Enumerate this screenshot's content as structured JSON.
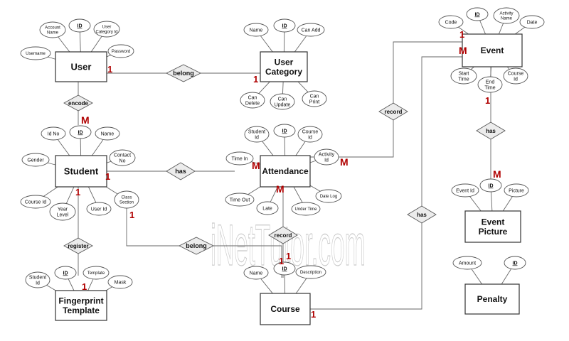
{
  "watermark": "iNetTutor.com",
  "entities": [
    {
      "id": "user",
      "label": [
        "User"
      ]
    },
    {
      "id": "user-category",
      "label": [
        "User",
        "Category"
      ]
    },
    {
      "id": "event",
      "label": [
        "Event"
      ]
    },
    {
      "id": "student",
      "label": [
        "Student"
      ]
    },
    {
      "id": "attendance",
      "label": [
        "Attendance"
      ]
    },
    {
      "id": "event-picture",
      "label": [
        "Event",
        "Picture"
      ]
    },
    {
      "id": "fingerprint-template",
      "label": [
        "Fingerprint",
        "Template"
      ]
    },
    {
      "id": "course",
      "label": [
        "Course"
      ]
    },
    {
      "id": "penalty",
      "label": [
        "Penalty"
      ]
    }
  ],
  "relationships": [
    {
      "id": "belong-user",
      "label": "belong"
    },
    {
      "id": "encode",
      "label": "encode"
    },
    {
      "id": "record-event",
      "label": "record"
    },
    {
      "id": "has-event",
      "label": "has"
    },
    {
      "id": "has-student",
      "label": "has"
    },
    {
      "id": "has-course",
      "label": "has"
    },
    {
      "id": "register",
      "label": "register"
    },
    {
      "id": "belong-student",
      "label": "belong"
    },
    {
      "id": "record-course",
      "label": "record"
    }
  ],
  "attributes": [
    {
      "id": "user-account-name",
      "label": [
        "Account",
        "Name"
      ],
      "key": false
    },
    {
      "id": "user-id",
      "label": [
        "ID"
      ],
      "key": true
    },
    {
      "id": "user-category-id",
      "label": [
        "User",
        "Category Id"
      ],
      "key": false
    },
    {
      "id": "user-username",
      "label": [
        "Username"
      ],
      "key": false
    },
    {
      "id": "user-password",
      "label": [
        "Password"
      ],
      "key": false
    },
    {
      "id": "uc-name",
      "label": [
        "Name"
      ],
      "key": false
    },
    {
      "id": "uc-id",
      "label": [
        "ID"
      ],
      "key": true
    },
    {
      "id": "uc-can-add",
      "label": [
        "Can Add"
      ],
      "key": false
    },
    {
      "id": "uc-can-delete",
      "label": [
        "Can",
        "Delete"
      ],
      "key": false
    },
    {
      "id": "uc-can-update",
      "label": [
        "Can",
        "Update"
      ],
      "key": false
    },
    {
      "id": "uc-can-print",
      "label": [
        "Can",
        "Print"
      ],
      "key": false
    },
    {
      "id": "ev-code",
      "label": [
        "Code"
      ],
      "key": false
    },
    {
      "id": "ev-id",
      "label": [
        "ID"
      ],
      "key": true
    },
    {
      "id": "ev-activity-name",
      "label": [
        "Activity",
        "Name"
      ],
      "key": false
    },
    {
      "id": "ev-date",
      "label": [
        "Date"
      ],
      "key": false
    },
    {
      "id": "ev-start-time",
      "label": [
        "Start",
        "Time"
      ],
      "key": false
    },
    {
      "id": "ev-end-time",
      "label": [
        "End",
        "Time"
      ],
      "key": false
    },
    {
      "id": "ev-course-id",
      "label": [
        "Course",
        "Id"
      ],
      "key": false
    },
    {
      "id": "st-id-no",
      "label": [
        "Id No"
      ],
      "key": false
    },
    {
      "id": "st-id",
      "label": [
        "ID"
      ],
      "key": true
    },
    {
      "id": "st-name",
      "label": [
        "Name"
      ],
      "key": false
    },
    {
      "id": "st-gender",
      "label": [
        "Gender"
      ],
      "key": false
    },
    {
      "id": "st-contact-no",
      "label": [
        "Contact",
        "No"
      ],
      "key": false
    },
    {
      "id": "st-course-id",
      "label": [
        "Course Id"
      ],
      "key": false
    },
    {
      "id": "st-year-level",
      "label": [
        "Year",
        "Level"
      ],
      "key": false
    },
    {
      "id": "st-user-id",
      "label": [
        "User Id"
      ],
      "key": false
    },
    {
      "id": "st-class-section",
      "label": [
        "Class",
        "Section"
      ],
      "key": false
    },
    {
      "id": "at-student-id",
      "label": [
        "Student",
        "Id"
      ],
      "key": false
    },
    {
      "id": "at-id",
      "label": [
        "ID"
      ],
      "key": true
    },
    {
      "id": "at-course-id",
      "label": [
        "Course",
        "Id"
      ],
      "key": false
    },
    {
      "id": "at-time-in",
      "label": [
        "Time In"
      ],
      "key": false
    },
    {
      "id": "at-activity-id",
      "label": [
        "Activity",
        "Id"
      ],
      "key": false
    },
    {
      "id": "at-time-out",
      "label": [
        "Time Out"
      ],
      "key": false
    },
    {
      "id": "at-late",
      "label": [
        "Late"
      ],
      "key": false
    },
    {
      "id": "at-under-time",
      "label": [
        "Under Time"
      ],
      "key": false
    },
    {
      "id": "at-date-log",
      "label": [
        "Date Log"
      ],
      "key": false
    },
    {
      "id": "ep-event-id",
      "label": [
        "Event Id"
      ],
      "key": false
    },
    {
      "id": "ep-id",
      "label": [
        "ID"
      ],
      "key": true
    },
    {
      "id": "ep-picture",
      "label": [
        "Picture"
      ],
      "key": false
    },
    {
      "id": "ft-student-id",
      "label": [
        "Student",
        "Id"
      ],
      "key": false
    },
    {
      "id": "ft-id",
      "label": [
        "ID"
      ],
      "key": true
    },
    {
      "id": "ft-template",
      "label": [
        "Template"
      ],
      "key": false
    },
    {
      "id": "ft-mask",
      "label": [
        "Mask"
      ],
      "key": false
    },
    {
      "id": "co-name",
      "label": [
        "Name"
      ],
      "key": false
    },
    {
      "id": "co-id",
      "label": [
        "ID"
      ],
      "key": true
    },
    {
      "id": "co-description",
      "label": [
        "Description"
      ],
      "key": false
    },
    {
      "id": "pe-amount",
      "label": [
        "Amount"
      ],
      "key": false
    },
    {
      "id": "pe-id",
      "label": [
        "ID"
      ],
      "key": true
    }
  ],
  "cardinalities": [
    {
      "id": "user-belong",
      "label": "1"
    },
    {
      "id": "category-belong",
      "label": "1"
    },
    {
      "id": "student-encode",
      "label": "M"
    },
    {
      "id": "event-code",
      "label": "1"
    },
    {
      "id": "event-record",
      "label": "M"
    },
    {
      "id": "event-has",
      "label": "1"
    },
    {
      "id": "attendance-time-in",
      "label": "M"
    },
    {
      "id": "attendance-activity",
      "label": "M"
    },
    {
      "id": "attendance-course",
      "label": "M"
    },
    {
      "id": "student-has",
      "label": "1"
    },
    {
      "id": "student-register",
      "label": "1"
    },
    {
      "id": "class-section",
      "label": "1"
    },
    {
      "id": "picture-has",
      "label": "M"
    },
    {
      "id": "fingerprint-register",
      "label": "1"
    },
    {
      "id": "course-belong",
      "label": "1"
    },
    {
      "id": "course-record",
      "label": "1"
    },
    {
      "id": "course-has",
      "label": "1"
    }
  ]
}
